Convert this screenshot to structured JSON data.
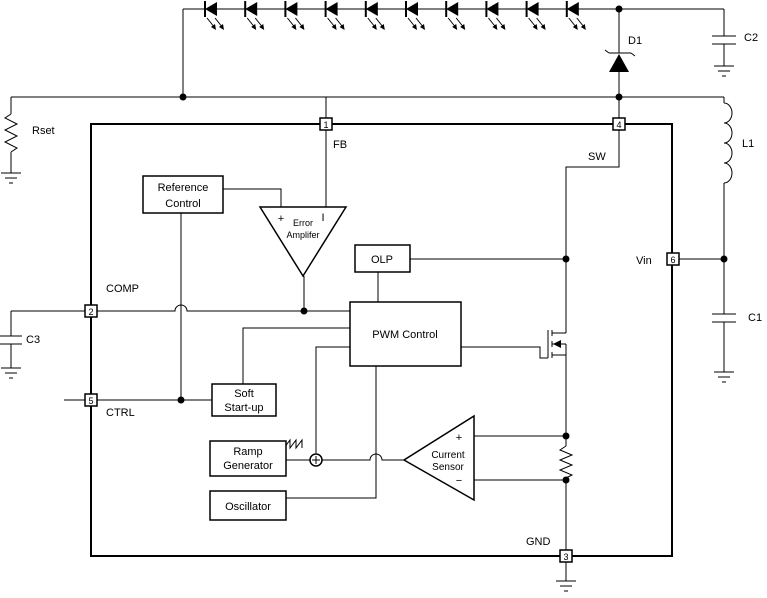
{
  "components": {
    "rset": "Rset",
    "c2": "C2",
    "d1": "D1",
    "l1": "L1",
    "c1": "C1",
    "c3": "C3"
  },
  "pins": {
    "fb": {
      "number": "1",
      "label": "FB"
    },
    "comp": {
      "number": "2",
      "label": "COMP"
    },
    "gnd": {
      "number": "3",
      "label": "GND"
    },
    "sw": {
      "number": "4",
      "label": "SW"
    },
    "ctrl": {
      "number": "5",
      "label": "CTRL"
    },
    "vin": {
      "number": "6",
      "label": "Vin"
    }
  },
  "blocks": {
    "reference_control": [
      "Reference",
      "Control"
    ],
    "error_amplifier": [
      "Error",
      "Amplifer"
    ],
    "olp": "OLP",
    "pwm_control": "PWM Control",
    "soft_start": [
      "Soft",
      "Start-up"
    ],
    "ramp_generator": [
      "Ramp",
      "Generator"
    ],
    "oscillator": "Oscillator",
    "current_sensor": [
      "Current",
      "Sensor"
    ]
  },
  "symbols": {
    "plus": "+",
    "minus": "−",
    "ea_minus": "I"
  },
  "led_count": 10
}
